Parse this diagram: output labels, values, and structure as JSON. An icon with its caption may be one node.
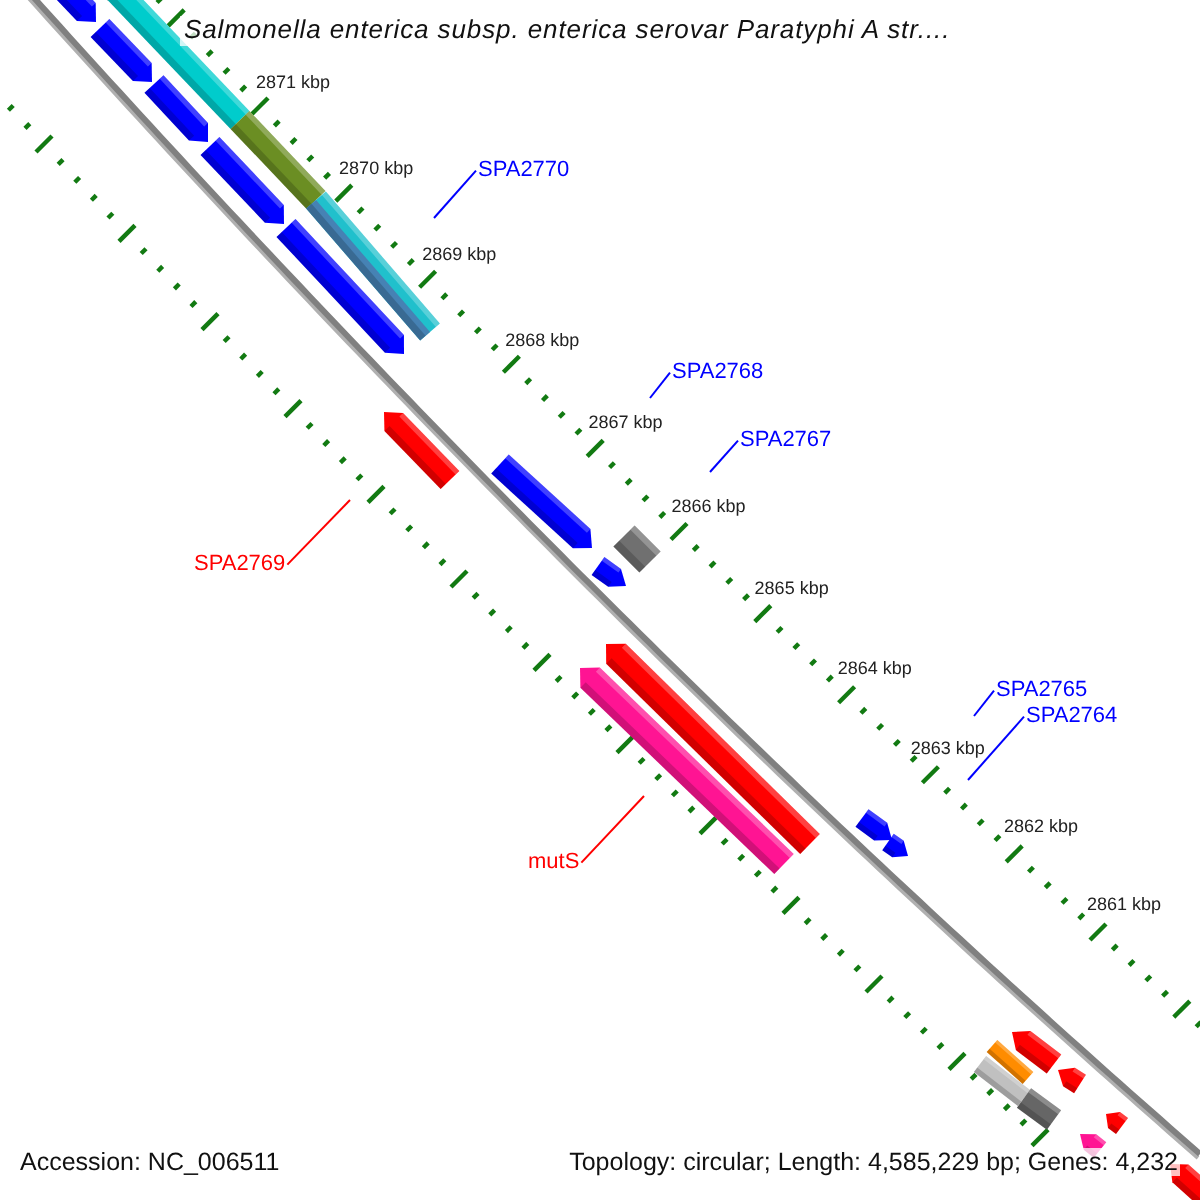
{
  "diagram": {
    "title": "Salmonella enterica subsp. enterica serovar Paratyphi A str....",
    "nodes": [
      {
        "text": [
          "SPA2770"
        ]
      },
      {
        "text": [
          "SPA2768"
        ]
      },
      {
        "text": [
          "SPA2767"
        ]
      },
      {
        "text": [
          "SPA2769"
        ]
      },
      {
        "text": [
          "SPA2765"
        ]
      },
      {
        "text": [
          "SPA2764"
        ]
      },
      {
        "text": [
          "mutS"
        ]
      }
    ],
    "edges": [
      {
        "from": 0,
        "to": null,
        "arrow": "none"
      },
      {
        "from": 1,
        "to": null,
        "arrow": "none"
      },
      {
        "from": 2,
        "to": null,
        "arrow": "none"
      },
      {
        "from": 3,
        "to": null,
        "arrow": "none",
        "color": "#ff0000"
      },
      {
        "from": 4,
        "to": null,
        "arrow": "none"
      },
      {
        "from": 5,
        "to": null,
        "arrow": "none"
      },
      {
        "from": 6,
        "to": null,
        "arrow": "none",
        "color": "#ff0000"
      }
    ],
    "labels": [
      "2871 kbp",
      "2870 kbp",
      "2869 kbp",
      "2868 kbp",
      "2867 kbp",
      "2866 kbp",
      "2865 kbp",
      "2864 kbp",
      "2863 kbp",
      "2862 kbp",
      "2861 kbp",
      "Accession: NC_006511",
      "Topology: circular; Length: 4,585,229 bp; Genes: 4,232"
    ]
  }
}
